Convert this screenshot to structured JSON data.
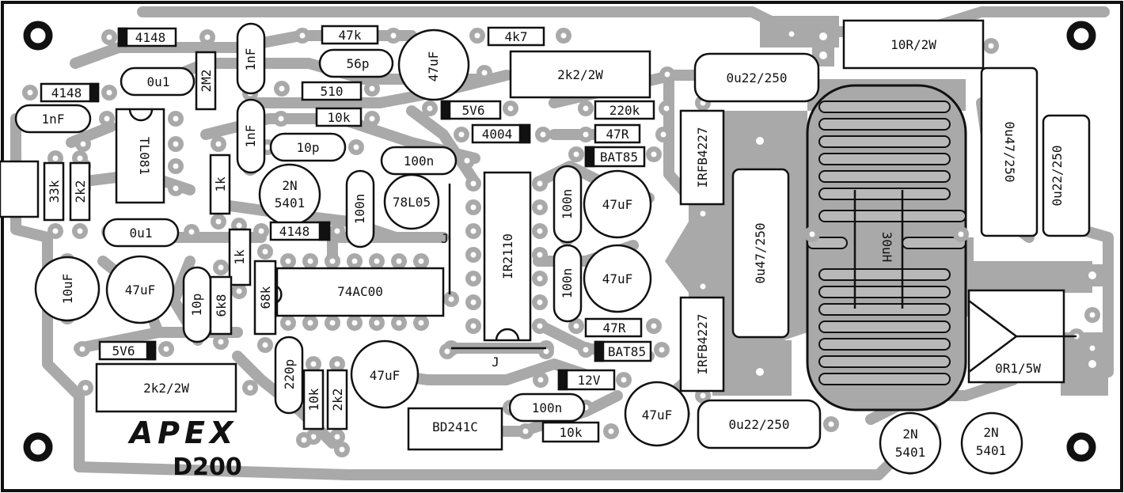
{
  "board": {
    "brand": "APEX",
    "model": "D200"
  },
  "components": {
    "r_4148_top": "4148",
    "r_47k": "47k",
    "r_4k7": "4k7",
    "r_10r2w": "10R/2W",
    "c_56p": "56p",
    "c_47uf_top": "47uF",
    "c_1nf_a": "1nF",
    "c_1nf_b": "1nF",
    "c_0u1_top": "0u1",
    "r_2m2": "2M2",
    "r_2k2_2w_top": "2k2/2W",
    "c_0u22_250_top": "0u22/250",
    "d_4148_left": "4148",
    "r_510": "510",
    "c_1nf_left": "1nF",
    "ic_tl081": "TL081",
    "z_5v6_top": "5V6",
    "r_10k_top": "10k",
    "r_220k": "220k",
    "d_4004": "4004",
    "r_47r_top": "47R",
    "c_10p_top": "10p",
    "d_bat85_top": "BAT85",
    "q_irfb4227_top": "IRFB4227",
    "c_0u47_250_right": "0u47/250",
    "c_0u22_250_right": "0u22/250",
    "c_100n_top": "100n",
    "r_33k": "33k",
    "r_2k2_left": "2k2",
    "r_1k_a": "1k",
    "q_2n5401_a_l1": "2N",
    "q_2n5401_a_l2": "5401",
    "c_100n_b": "100n",
    "reg_78l05": "78L05",
    "ic_ir2110": "IR2110",
    "c_100n_c": "100n",
    "c_47uf_c": "47uF",
    "c_0u1_left": "0u1",
    "d_4148_mid": "4148",
    "jumper_j1": "J",
    "r_1k_b": "1k",
    "c_0u47_250_mid": "0u47/250",
    "l_30uh": "30uH",
    "c_10uf": "10uF",
    "c_47uf_left": "47uF",
    "c_10p_left": "10p",
    "r_6k8": "6k8",
    "r_68k": "68k",
    "ic_74ac00": "74AC00",
    "c_100n_d": "100n",
    "c_47uf_d": "47uF",
    "r_47r_bot": "47R",
    "d_bat85_bot": "BAT85",
    "q_irfb4227_bot": "IRFB4227",
    "r_0r1_5w": "0R1/5W",
    "z_5v6_left": "5V6",
    "r_2k2_2w_bot": "2k2/2W",
    "c_220p": "220p",
    "r_10k_v": "10k",
    "r_2k2_v": "2k2",
    "c_47uf_e": "47uF",
    "jumper_j2": "J",
    "z_12v": "12V",
    "c_100n_e": "100n",
    "q_bd241c": "BD241C",
    "r_10k_bot": "10k",
    "c_47uf_f": "47uF",
    "c_0u22_250_bot": "0u22/250",
    "q_2n5401_b_l1": "2N",
    "q_2n5401_b_l2": "5401",
    "q_2n5401_c_l1": "2N",
    "q_2n5401_c_l2": "5401"
  }
}
